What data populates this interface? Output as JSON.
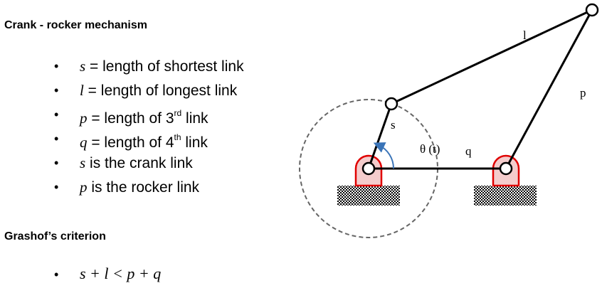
{
  "headings": {
    "mechanism": "Crank - rocker mechanism",
    "criterion": "Grashof’s criterion"
  },
  "definitions": [
    {
      "var": "s",
      "text": " = length of shortest link"
    },
    {
      "var": "l",
      "text": " = length of longest link"
    },
    {
      "var": "p",
      "text": " = length of 3",
      "sup": "rd",
      "tail": " link"
    },
    {
      "var": "q",
      "text": " = length of 4",
      "sup": "th",
      "tail": " link"
    },
    {
      "var": "s",
      "text": " is the crank link"
    },
    {
      "var": "p",
      "text": " is the rocker link"
    }
  ],
  "criterion_formula": "s + l < p + q",
  "diagram": {
    "labels": {
      "long_link": "l",
      "rocker_link": "p",
      "crank_link": "s",
      "ground_link": "q",
      "angle": "θ (t)"
    },
    "colors": {
      "support": "#e00000",
      "support_fill": "#f4cccc",
      "arrow": "#3a74b8",
      "circle": "#666666"
    }
  }
}
